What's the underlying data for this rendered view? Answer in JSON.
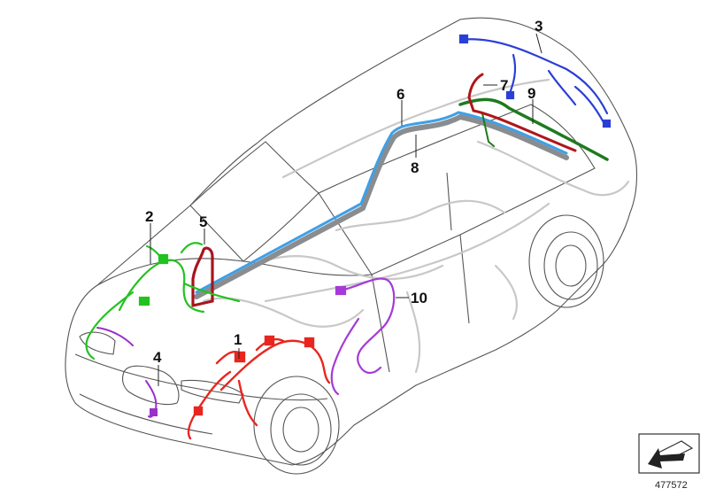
{
  "diagram": {
    "callouts": [
      {
        "id": "1",
        "label": "1"
      },
      {
        "id": "2",
        "label": "2"
      },
      {
        "id": "3",
        "label": "3"
      },
      {
        "id": "4",
        "label": "4"
      },
      {
        "id": "5",
        "label": "5"
      },
      {
        "id": "6",
        "label": "6"
      },
      {
        "id": "7",
        "label": "7"
      },
      {
        "id": "8",
        "label": "8"
      },
      {
        "id": "9",
        "label": "9"
      },
      {
        "id": "10",
        "label": "10"
      }
    ],
    "reference_number": "477572",
    "icons": {
      "corner_symbol": "arrow-sheet-icon"
    },
    "colors": {
      "harness_1": "#e8261f",
      "harness_2": "#22c21f",
      "harness_3": "#2a3fd6",
      "harness_4": "#9b2fc9",
      "harness_5": "#a8141d",
      "harness_6": "#3da0e8",
      "harness_7": "#b01518",
      "harness_8": "#8a8d90",
      "harness_9": "#1e7a1e",
      "harness_10": "#a53ad6",
      "body_outline": "#555555",
      "interior_wiring": "#c8c8c8"
    }
  }
}
